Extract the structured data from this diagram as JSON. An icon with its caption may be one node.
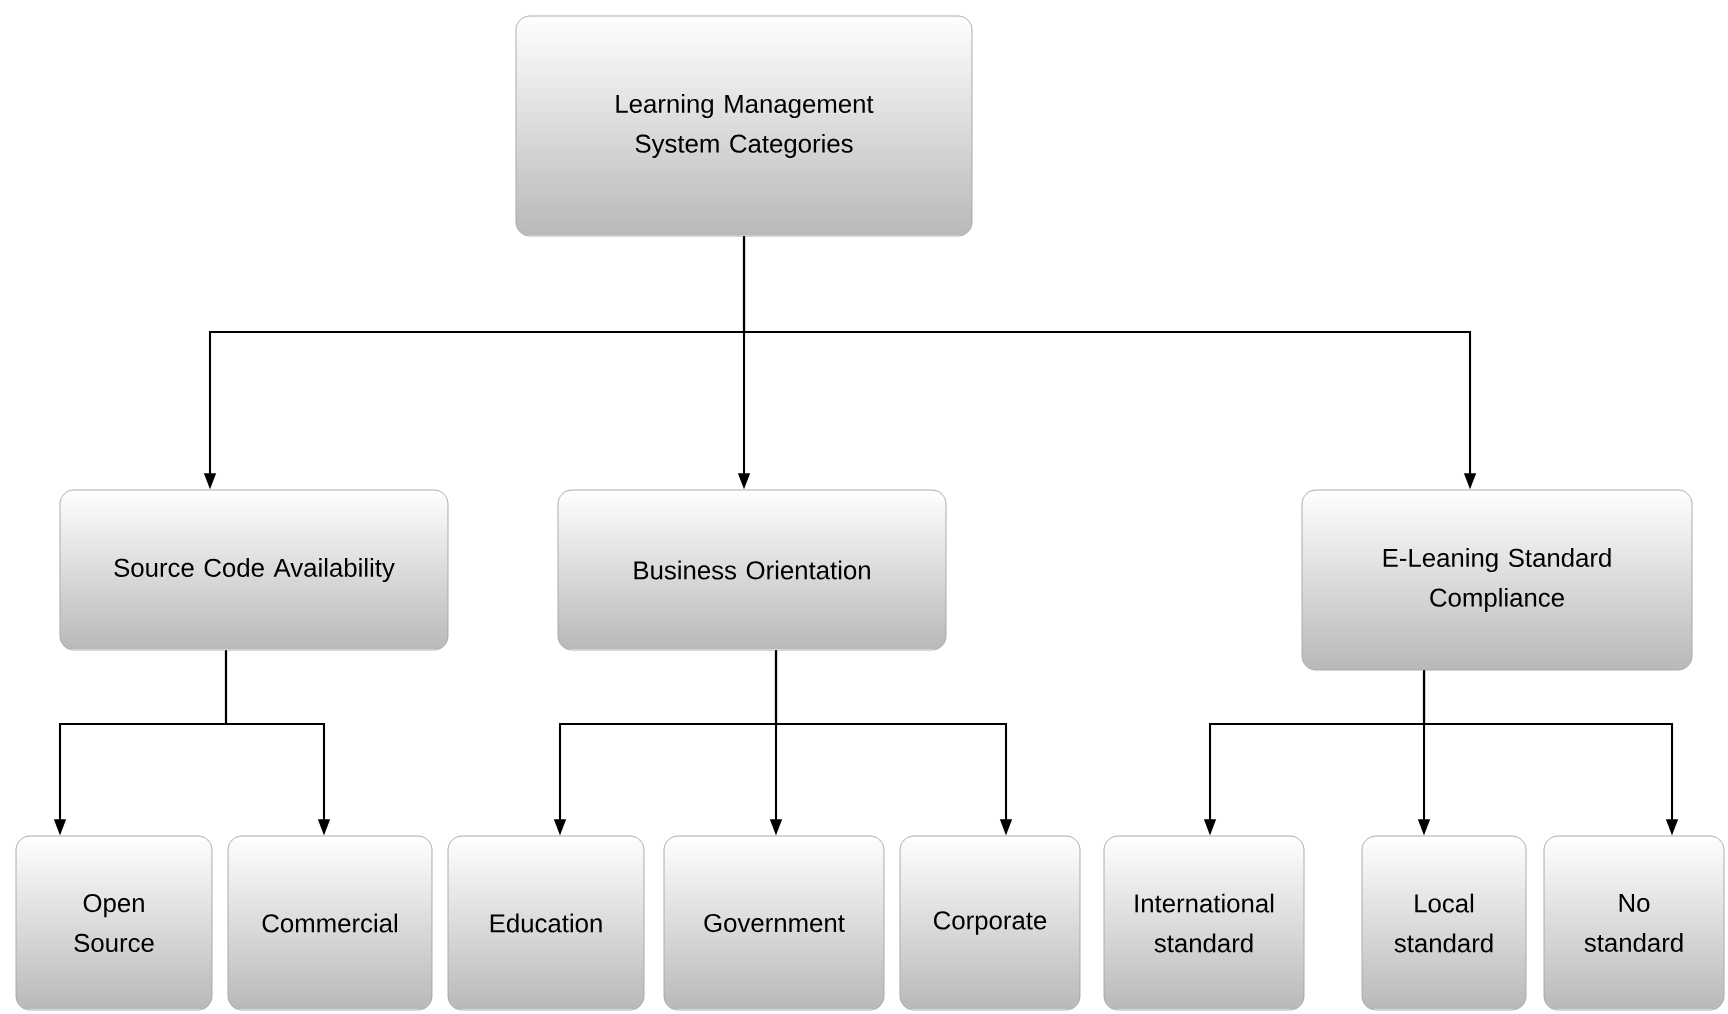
{
  "diagram": {
    "nodes": [
      {
        "text": [
          "Learning Management System Categories"
        ]
      },
      {
        "text": [
          "Source Code Availability"
        ]
      },
      {
        "text": [
          "Business Orientation"
        ]
      },
      {
        "text": [
          "E-Leaning Standard Compliance"
        ]
      },
      {
        "text": [
          "Open Source"
        ]
      },
      {
        "text": [
          "Commercial"
        ]
      },
      {
        "text": [
          "Education"
        ]
      },
      {
        "text": [
          "Government"
        ]
      },
      {
        "text": [
          "Corporate"
        ]
      },
      {
        "text": [
          "International standard"
        ]
      },
      {
        "text": [
          "Local standard"
        ]
      },
      {
        "text": [
          "No standard"
        ]
      }
    ],
    "edges": [
      {
        "from": 0,
        "to": 1,
        "arrow": "to"
      },
      {
        "from": 0,
        "to": 2,
        "arrow": "to"
      },
      {
        "from": 0,
        "to": 3,
        "arrow": "to"
      },
      {
        "from": 1,
        "to": 4,
        "arrow": "to"
      },
      {
        "from": 1,
        "to": 5,
        "arrow": "to"
      },
      {
        "from": 2,
        "to": 6,
        "arrow": "to"
      },
      {
        "from": 2,
        "to": 7,
        "arrow": "to"
      },
      {
        "from": 2,
        "to": 8,
        "arrow": "to"
      },
      {
        "from": 3,
        "to": 9,
        "arrow": "to"
      },
      {
        "from": 3,
        "to": 10,
        "arrow": "to"
      },
      {
        "from": 3,
        "to": 11,
        "arrow": "to"
      }
    ]
  }
}
